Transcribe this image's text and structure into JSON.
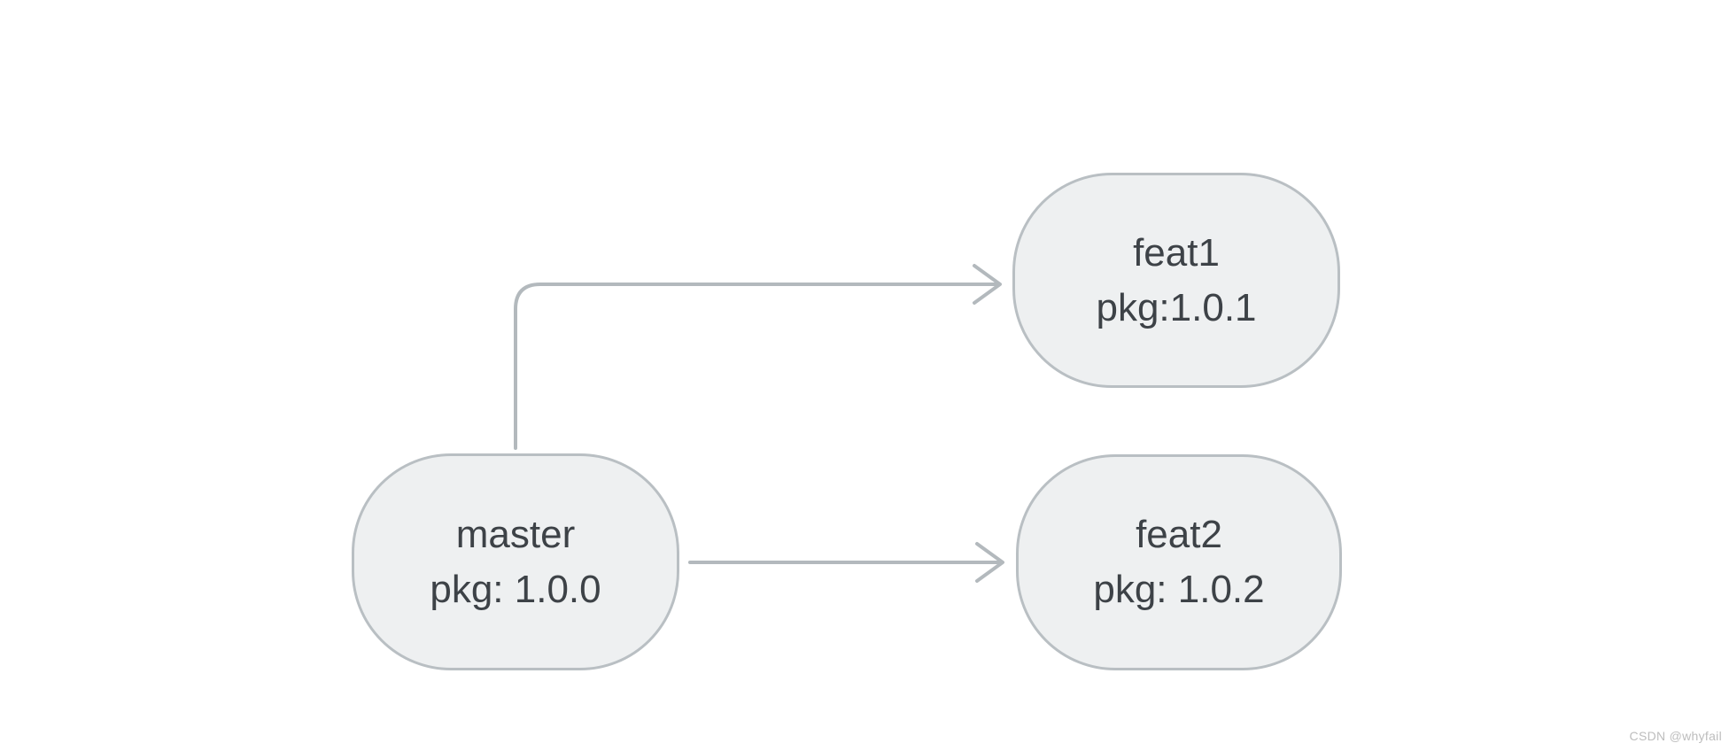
{
  "theme": {
    "canvas_bg": "#ffffff",
    "node_fill": "#eef0f1",
    "node_border": "#b9bfc3",
    "edge_color": "#b3b9bd",
    "text_color": "#3d4247",
    "watermark_color": "#bdbdbd"
  },
  "diagram": {
    "type": "branch-diagram",
    "nodes": [
      {
        "id": "master",
        "title": "master",
        "version": "pkg: 1.0.0"
      },
      {
        "id": "feat1",
        "title": "feat1",
        "version": "pkg:1.0.1"
      },
      {
        "id": "feat2",
        "title": "feat2",
        "version": "pkg: 1.0.2"
      }
    ],
    "edges": [
      {
        "from": "master",
        "to": "feat1",
        "style": "orthogonal-up-right-arrow"
      },
      {
        "from": "master",
        "to": "feat2",
        "style": "straight-right-arrow"
      }
    ]
  },
  "watermark": "CSDN @whyfail"
}
